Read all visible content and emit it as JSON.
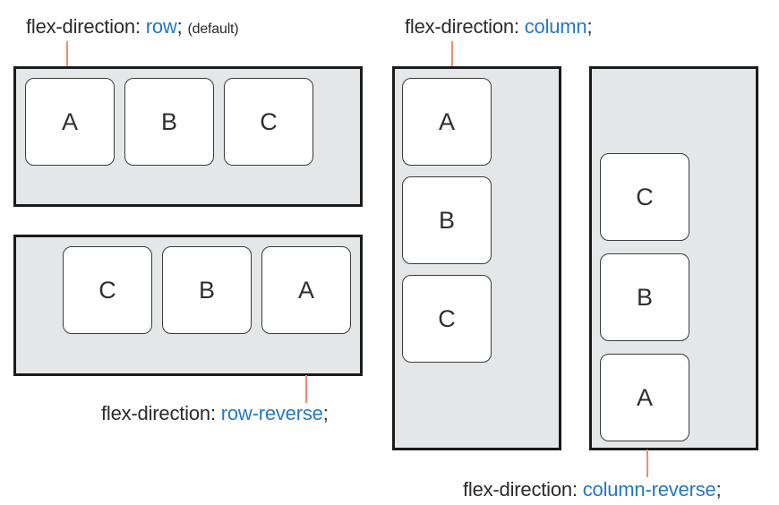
{
  "colors": {
    "accent_blue": "#2478c4",
    "text_dark": "#2b2b2b",
    "panel_fill": "#e5e6e7",
    "panel_border": "#1b1b1b",
    "box_fill": "#ffffff",
    "box_border": "#3c3c3c",
    "connector_salmon": "#f28b6e"
  },
  "panels": [
    {
      "name": "row",
      "label_prefix": "flex-direction: ",
      "label_value": "row",
      "label_punct": ";",
      "label_note": "(default)",
      "items": [
        "A",
        "B",
        "C"
      ],
      "visual_order": [
        "A",
        "B",
        "C"
      ]
    },
    {
      "name": "row-reverse",
      "label_prefix": "flex-direction: ",
      "label_value": "row-reverse",
      "label_punct": ";",
      "items": [
        "A",
        "B",
        "C"
      ],
      "visual_order": [
        "C",
        "B",
        "A"
      ]
    },
    {
      "name": "column",
      "label_prefix": "flex-direction: ",
      "label_value": "column",
      "label_punct": ";",
      "items": [
        "A",
        "B",
        "C"
      ],
      "visual_order": [
        "A",
        "B",
        "C"
      ]
    },
    {
      "name": "column-reverse",
      "label_prefix": "flex-direction: ",
      "label_value": "column-reverse",
      "label_punct": ";",
      "items": [
        "A",
        "B",
        "C"
      ],
      "visual_order": [
        "C",
        "B",
        "A"
      ]
    }
  ]
}
